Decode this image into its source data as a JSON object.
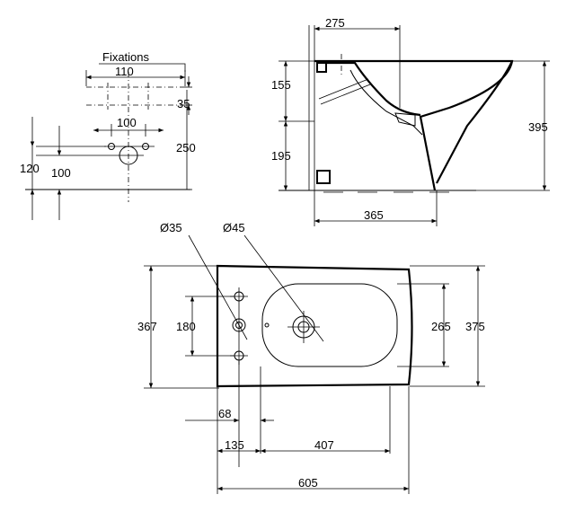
{
  "fixations_view": {
    "title": "Fixations",
    "dim_110": "110",
    "dim_35": "35",
    "dim_100_top": "100",
    "dim_250": "250",
    "dim_120": "120",
    "dim_100_left": "100"
  },
  "side_view": {
    "dim_275": "275",
    "dim_155": "155",
    "dim_195": "195",
    "dim_395": "395",
    "dim_365": "365"
  },
  "top_view": {
    "dim_d35": "Ø35",
    "dim_d45": "Ø45",
    "dim_367": "367",
    "dim_180": "180",
    "dim_265": "265",
    "dim_375": "375",
    "dim_68": "68",
    "dim_135": "135",
    "dim_407": "407",
    "dim_605": "605"
  }
}
